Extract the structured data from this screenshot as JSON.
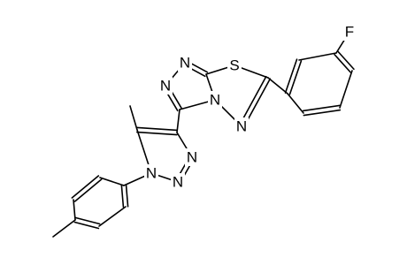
{
  "figure": {
    "type": "chemical-structure",
    "atom_labels": {
      "fluorine": "F",
      "sulfur": "S",
      "triazole_n1": "N",
      "triazole_n2": "N",
      "bridge_n": "N",
      "thiadiazole_n": "N",
      "triazole2_n3": "N",
      "triazole2_n2": "N",
      "triazole2_n1": "N"
    },
    "colors": {
      "bond": "#000000",
      "label": "#000000",
      "background": "#ffffff"
    }
  }
}
